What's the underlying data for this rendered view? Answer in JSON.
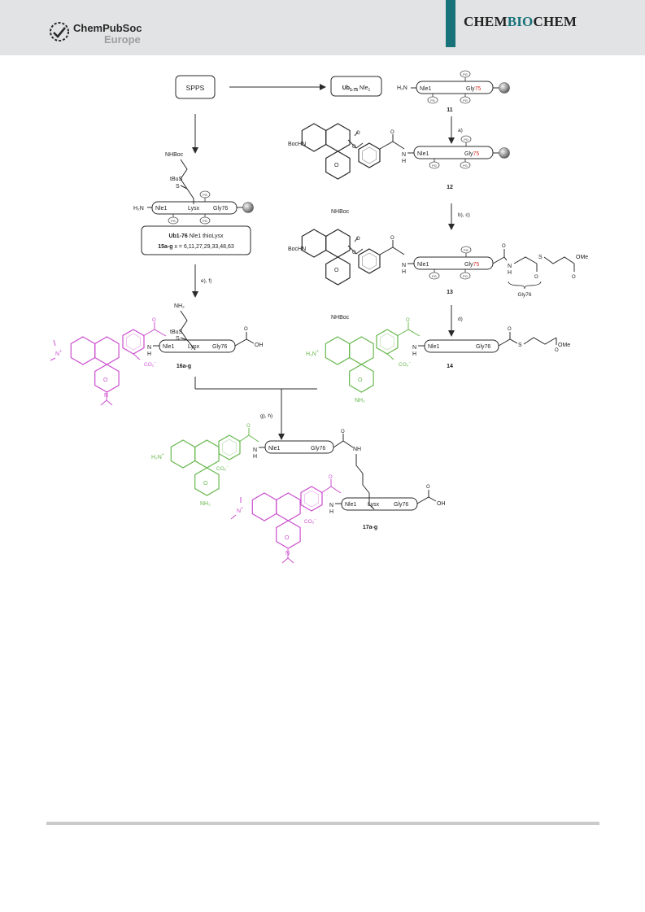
{
  "header": {
    "publisher_name": "ChemPubSoc",
    "publisher_sub": "Europe",
    "journal_parts": [
      "CHEM",
      "BIO",
      "CHEM"
    ],
    "colors": {
      "header_bg": "#e2e3e4",
      "accent": "#18727a"
    }
  },
  "scheme": {
    "sp": "SPPS",
    "ub_a": "Ub",
    "ub_sub": "1-75",
    "ub_b": " Nle",
    "ub_sub2": "1",
    "box_line1_bold": "Ub1-76",
    "box_line1": " Nle1 thioLysx",
    "box_line2_bold": "15a-g",
    "box_line2": " x = 6,11,27,29,33,48,63",
    "h2n": "H₂N",
    "pg": "PG",
    "nle1": "Nle1",
    "gly": "Gly",
    "g75": "75",
    "gly76": "Gly76",
    "lysx": "Lysx",
    "nhboc": "NHBoc",
    "bochn": "BocHN",
    "tbus": "tBuS",
    "s": "S",
    "o": "O",
    "oh": "OH",
    "h": "H",
    "n": "N",
    "nh": "NH",
    "ome": "OMe",
    "nh2": "NH₂",
    "h2n_plus": "H₂N",
    "plus": "+",
    "co2": "CO₂",
    "minus": "−",
    "c11": "11",
    "c12": "12",
    "c13": "13",
    "c14": "14",
    "c16": "16a-g",
    "c17": "17a-g",
    "ra": "a)",
    "rbc": "b), c)",
    "rd": "d)",
    "ref": "e), f)",
    "rgh": "g), h)",
    "colors": {
      "magenta": "#cc4fcf",
      "green": "#68b84e",
      "red": "#d0342c",
      "line": "#2b2b2b"
    }
  }
}
